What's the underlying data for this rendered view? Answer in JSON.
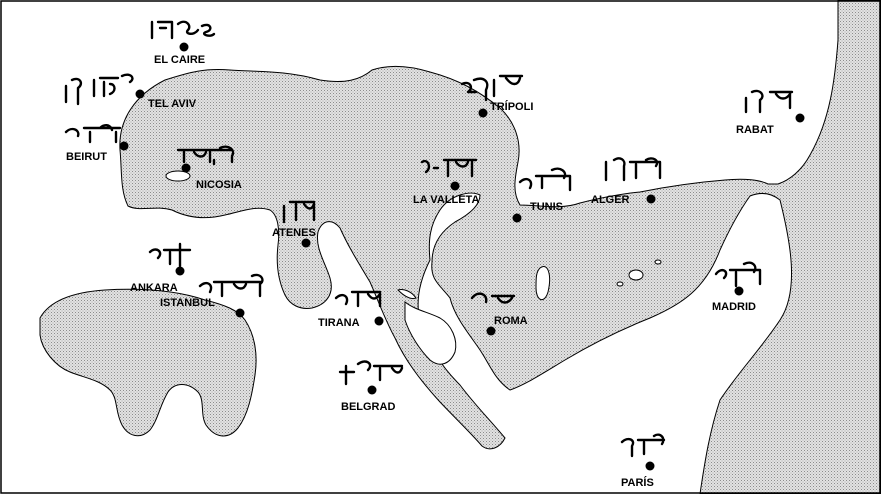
{
  "map": {
    "cities": [
      {
        "id": "el-cairo",
        "name": "EL CAIRE"
      },
      {
        "id": "tel-aviv",
        "name": "TEL AVIV"
      },
      {
        "id": "beirut",
        "name": "BEIRUT"
      },
      {
        "id": "nicosia",
        "name": "NICOSIA"
      },
      {
        "id": "tripoli",
        "name": "TRÍPOLI"
      },
      {
        "id": "la-valleta",
        "name": "LA VALLETA"
      },
      {
        "id": "tunis",
        "name": "TUNIS"
      },
      {
        "id": "alger",
        "name": "ALGER"
      },
      {
        "id": "rabat",
        "name": "RABAT"
      },
      {
        "id": "atenes",
        "name": "ATENES"
      },
      {
        "id": "ankara",
        "name": "ANKARA"
      },
      {
        "id": "istanbul",
        "name": "ISTANBUL"
      },
      {
        "id": "tirana",
        "name": "TIRANA"
      },
      {
        "id": "roma",
        "name": "ROMA"
      },
      {
        "id": "madrid",
        "name": "MADRID"
      },
      {
        "id": "belgrad",
        "name": "BELGRAD"
      },
      {
        "id": "paris",
        "name": "PARÍS"
      }
    ],
    "colors": {
      "land_fill": "#d9d9d9",
      "water": "#ffffff",
      "ink": "#000000"
    }
  }
}
